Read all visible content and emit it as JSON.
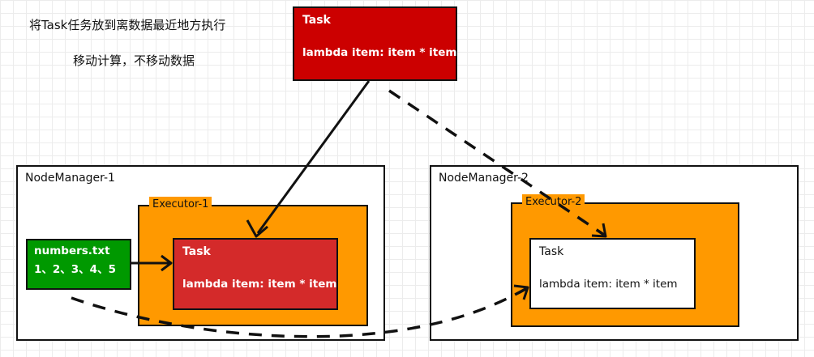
{
  "notes": {
    "line1": "将Task任务放到离数据最近地方执行",
    "line2": "移动计算，不移动数据"
  },
  "top_task": {
    "title": "Task",
    "body": "lambda item: item * item"
  },
  "node_manager_1": {
    "label": "NodeManager-1",
    "executor_label": "Executor-1",
    "file": {
      "name": "numbers.txt",
      "content": "1、2、3、4、5"
    },
    "task": {
      "title": "Task",
      "body": "lambda item: item * item"
    }
  },
  "node_manager_2": {
    "label": "NodeManager-2",
    "executor_label": "Executor-2",
    "task": {
      "title": "Task",
      "body": "lambda item: item * item"
    }
  },
  "colors": {
    "top_task_fill": "#cc0000",
    "executor_task_fill": "#d42a2a",
    "executor_fill": "#ff9900",
    "file_fill": "#009900",
    "remote_task_fill": "#ffffff"
  }
}
